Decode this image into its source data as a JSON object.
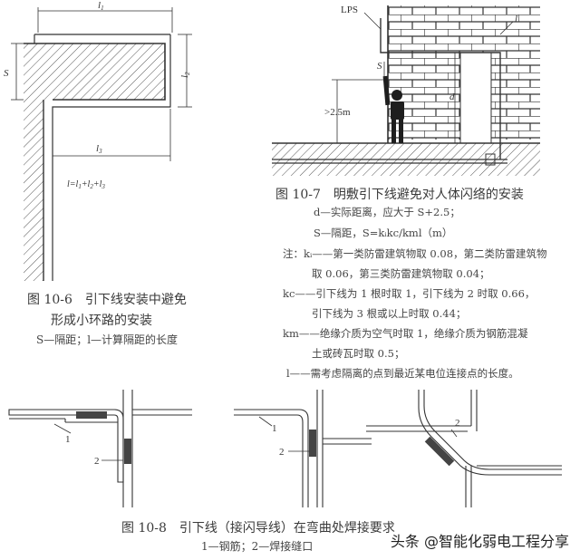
{
  "fig6": {
    "labels": {
      "l1": "l",
      "l1_sub": "1",
      "l2": "l",
      "l2_sub": "2",
      "l3": "l",
      "l3_sub": "3",
      "s": "S"
    },
    "formula": "l=l1+l2+l3",
    "caption_title_1": "图 10-6　引下线安装中避免",
    "caption_title_2": "形成小环路的安装",
    "caption_note": "S—隔距；l—计算隔距的长度"
  },
  "fig7": {
    "labels": {
      "lps": "LPS",
      "s": "S",
      "height": ">2.5m",
      "d": "d",
      "l": "l"
    },
    "caption_title": "图 10-7　明敷引下线避免对人体闪络的安装",
    "lines": [
      "d—实际距离，应大于 S+2.5；",
      "S—隔距，S=kᵢkc/kml（m）",
      "注：kᵢ——第一类防雷建筑物取 0.08，第二类防雷建筑物",
      "取 0.06，第三类防雷建筑物取 0.04；",
      "kc——引下线为 1 根时取 1，引下线为 2 时取 0.66，",
      "引下线为 3 根或以上时取 0.44；",
      "km——绝缘介质为空气时取 1，绝缘介质为钢筋混凝",
      "土或砖瓦时取 0.5；",
      "l——需考虑隔离的点到最近某电位连接点的长度。"
    ]
  },
  "fig8": {
    "labels": {
      "a1": "1",
      "a2": "2",
      "b1": "1",
      "b2": "2",
      "c2": "2"
    },
    "caption_title": "图 10-8　引下线（接闪导线）在弯曲处焊接要求",
    "caption_note": "1—钢筋；2—焊接缝口"
  },
  "watermark": "头条 @智能化弱电工程分享"
}
